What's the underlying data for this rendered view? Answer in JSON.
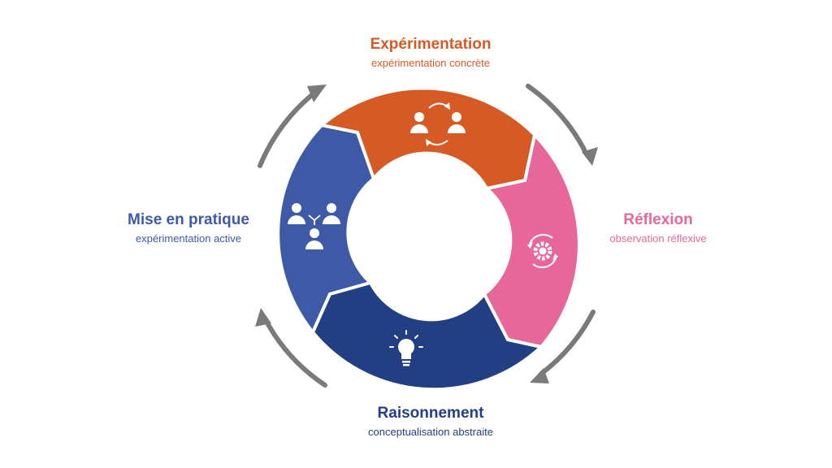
{
  "stages": [
    {
      "key": "top",
      "title": "Expérimentation",
      "subtitle": "expérimentation concrète",
      "color": "#D65A24",
      "icon": "people-exchange-icon"
    },
    {
      "key": "right",
      "title": "Réflexion",
      "subtitle": "observation réflexive",
      "color": "#E8679A",
      "icon": "gear-cycle-icon"
    },
    {
      "key": "bottom",
      "title": "Raisonnement",
      "subtitle": "conceptualisation abstraite",
      "color": "#213F82",
      "icon": "lightbulb-icon"
    },
    {
      "key": "left",
      "title": "Mise en pratique",
      "subtitle": "expérimentation active",
      "color": "#3E5AA6",
      "icon": "team-network-icon"
    }
  ],
  "arrow_color": "#7A7A7A"
}
